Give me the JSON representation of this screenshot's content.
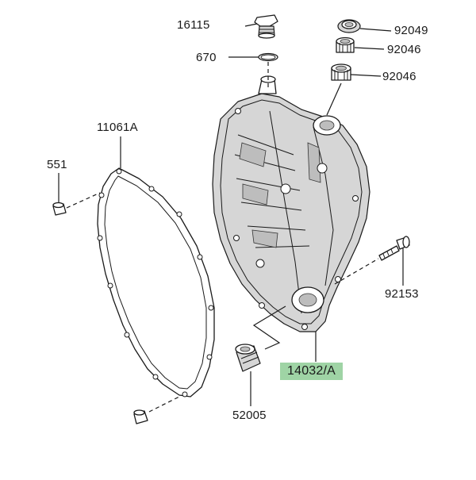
{
  "parts": {
    "p16115": "16115",
    "p670": "670",
    "p92049": "92049",
    "p92046a": "92046",
    "p92046b": "92046",
    "p11061a": "11061A",
    "p551": "551",
    "p92153": "92153",
    "p14032a": "14032/A",
    "p52005": "52005"
  },
  "colors": {
    "highlight": "#9fd4a5",
    "line": "#1a1a1a"
  }
}
